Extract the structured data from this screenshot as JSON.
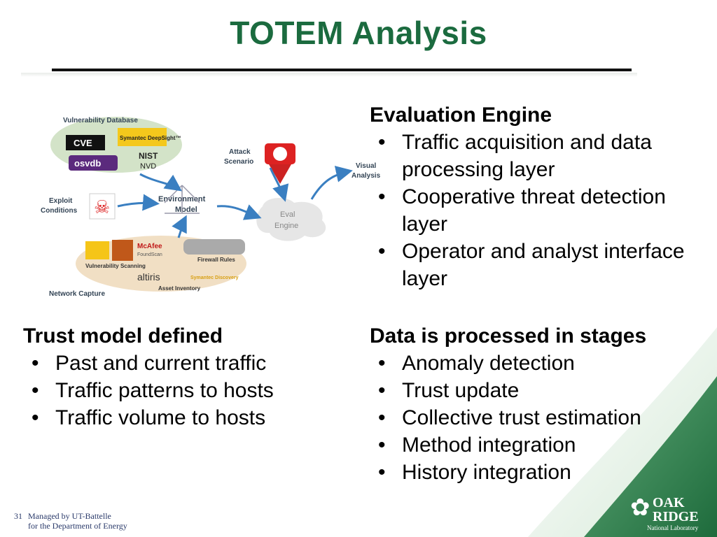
{
  "slide": {
    "title": "TOTEM Analysis",
    "accent_color": "#1b6b3f"
  },
  "diagram": {
    "vuln_db_label": "Vulnerability Database",
    "cve_logo": "CVE",
    "osvdb_logo": "osvdb",
    "symantec_logo": "Symantec DeepSight™",
    "nist_logo": "NIST",
    "nvd_label": "NVD",
    "attack_label_1": "Attack",
    "attack_label_2": "Scenario",
    "visual_label_1": "Visual",
    "visual_label_2": "Analysis",
    "exploit_label_1": "Exploit",
    "exploit_label_2": "Conditions",
    "env_label_1": "Environment",
    "env_label_2": "Model",
    "eval_label_1": "Eval",
    "eval_label_2": "Engine",
    "mcafee_logo": "McAfee",
    "foundscan_label": "FoundScan",
    "firewall_label": "Firewall Rules",
    "vuln_scan_label": "Vulnerability Scanning",
    "altiris_logo": "altiris",
    "symantec_discovery_logo": "Symantec Discovery",
    "asset_label": "Asset Inventory",
    "network_capture_label": "Network Capture"
  },
  "eval_engine": {
    "heading": "Evaluation Engine",
    "items": [
      "Traffic acquisition and data processing layer",
      "Cooperative threat detection layer",
      "Operator and analyst interface layer"
    ]
  },
  "trust_model": {
    "heading": "Trust model defined",
    "items": [
      "Past and current traffic",
      "Traffic patterns to hosts",
      "Traffic volume to hosts"
    ]
  },
  "stages": {
    "heading": "Data is processed in stages",
    "items": [
      "Anomaly detection",
      "Trust update",
      "Collective trust estimation",
      "Method integration",
      "History integration"
    ]
  },
  "footer": {
    "page_number": "31",
    "line1": "Managed by UT-Battelle",
    "line2": "for the Department of Energy"
  },
  "logo": {
    "oak": "OAK",
    "ridge": "RIDGE",
    "lab": "National Laboratory"
  }
}
